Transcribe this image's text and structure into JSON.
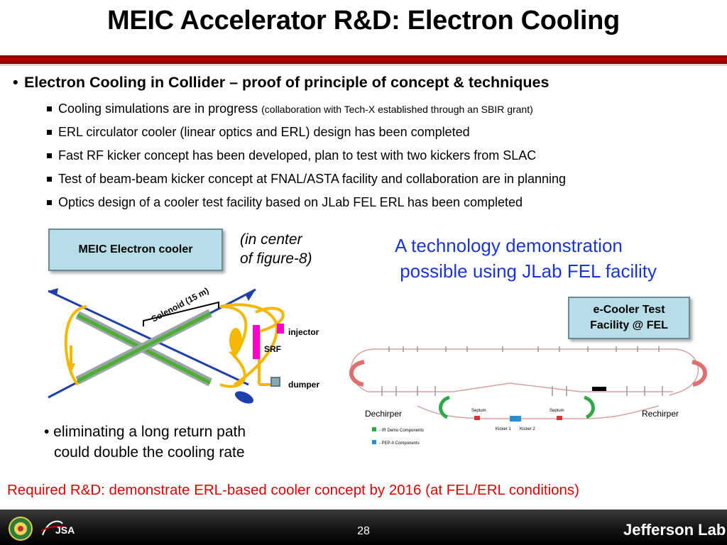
{
  "slide": {
    "title": "MEIC Accelerator R&D: Electron Cooling",
    "main_bullet": "Electron Cooling in Collider – proof of principle of concept & techniques",
    "sub_bullets": [
      {
        "text": "Cooling simulations are in progress ",
        "small": "(collaboration with Tech-X established through an SBIR grant)"
      },
      {
        "text": "ERL circulator cooler (linear optics and ERL) design has been completed",
        "small": ""
      },
      {
        "text": "Fast RF kicker concept has been developed, plan to test with two kickers from SLAC",
        "small": ""
      },
      {
        "text": "Test of beam-beam kicker concept at FNAL/ASTA facility and collaboration are in planning",
        "small": ""
      },
      {
        "text": "Optics design of a cooler test facility based on JLab FEL ERL has been completed",
        "small": ""
      }
    ],
    "cooler_box": "MEIC Electron cooler",
    "center_note_line1": "(in center",
    "center_note_line2": "of figure-8)",
    "tech_line1": "A technology demonstration",
    "tech_line2": " possible using JLab FEL facility",
    "ecooler_box_line1": "e-Cooler Test",
    "ecooler_box_line2": "Facility @ FEL",
    "diagram": {
      "solenoid": "Solenoid  (15 m)",
      "injector": "injector",
      "srf": "SRF",
      "dumper": "dumper"
    },
    "fel": {
      "dechirper": "Dechirper",
      "rechirper": "Rechirper",
      "septum1": "Septum",
      "septum2": "Septum",
      "kicker1": "Kicker 1",
      "kicker2": "Kicker 2",
      "legend_ir": "- IR Demo Components",
      "legend_pep": "- PEP-II Components"
    },
    "elim_line1": "• eliminating a long return path",
    "elim_line2": "could double the cooling rate",
    "required": "Required R&D: demonstrate ERL-based cooler concept by 2016  (at FEL/ERL conditions)",
    "page_number": "28",
    "footer_logo_jefferson": "Jefferson",
    "footer_logo_lab": "Lab",
    "jsa_text": "JSA"
  },
  "colors": {
    "title_rule": "#c00000",
    "accent_blue": "#1a35d6",
    "required_red": "#e00000",
    "box_fill": "#b7dde8",
    "beam_yellow": "#f5b800",
    "pipe_green": "#4caf30",
    "magenta": "#ff00cc"
  }
}
